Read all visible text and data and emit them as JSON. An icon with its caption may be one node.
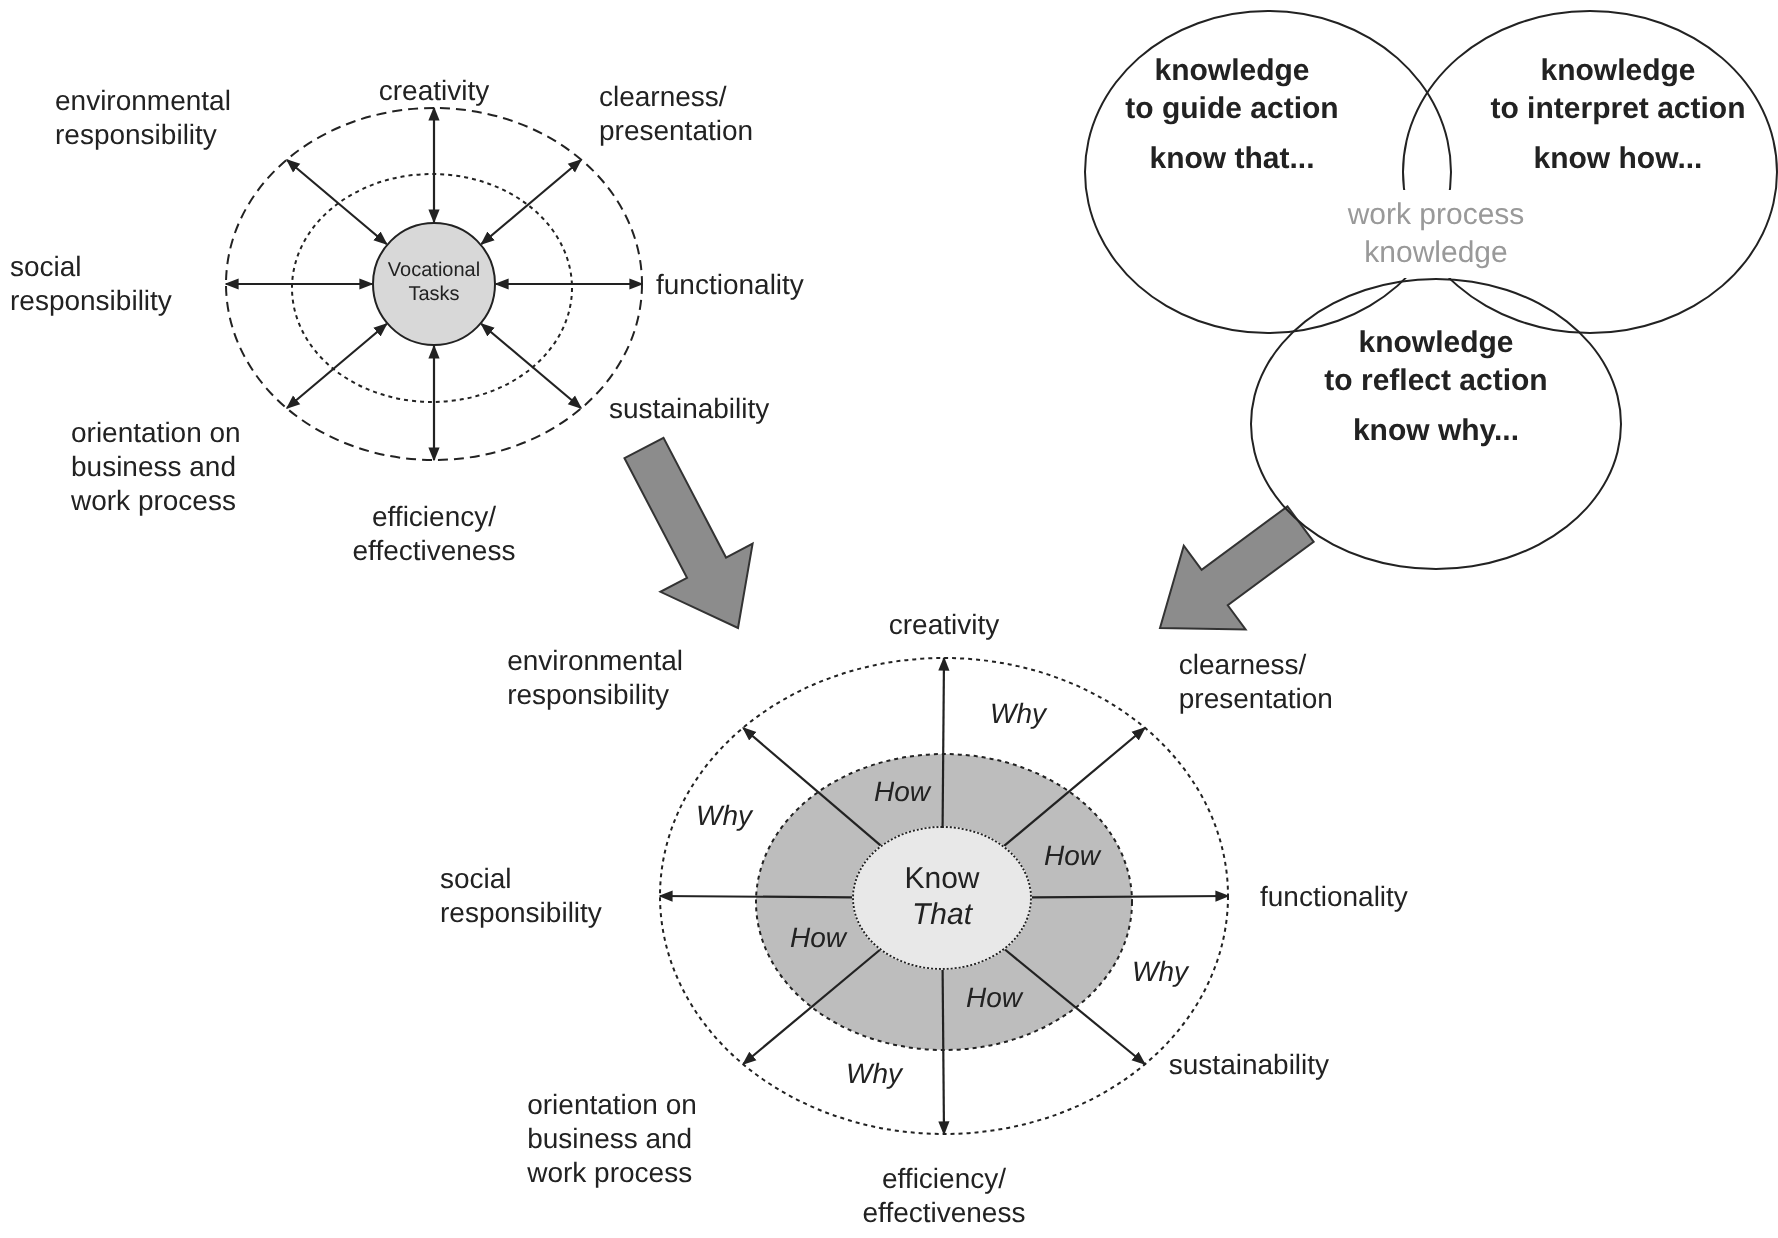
{
  "diagram": {
    "nodes": [
      {
        "text": [
          "creativity"
        ]
      },
      {
        "text": [
          "environmental responsibility"
        ]
      },
      {
        "text": [
          "clearness/ presentation"
        ]
      },
      {
        "text": [
          "social responsibility"
        ]
      },
      {
        "text": [
          "Vocational Tasks"
        ]
      },
      {
        "text": [
          "functionality"
        ]
      },
      {
        "text": [
          "orientation on business and work process"
        ]
      },
      {
        "text": [
          "sustainability"
        ]
      },
      {
        "text": [
          "efficiency/ effectiveness"
        ]
      },
      {
        "text": [
          "knowledge to guide action",
          "know that..."
        ]
      },
      {
        "text": [
          "knowledge to interpret action",
          "know how..."
        ]
      },
      {
        "text": [
          "knowledge to reflect action",
          "know why..."
        ]
      },
      {
        "text": [
          "creativity"
        ]
      },
      {
        "text": [
          "environmental responsibility"
        ]
      },
      {
        "text": [
          "clearness/ presentation"
        ]
      },
      {
        "text": [
          "Know *That*"
        ]
      },
      {
        "text": [
          "social responsibility"
        ]
      },
      {
        "text": [
          "functionality"
        ]
      },
      {
        "text": [
          "orientation on business and work process"
        ]
      },
      {
        "text": [
          "sustainability"
        ]
      },
      {
        "text": [
          "efficiency/ effectiveness"
        ]
      }
    ],
    "edges": [
      {
        "from": 0,
        "to": 4,
        "arrow": "both"
      },
      {
        "from": 1,
        "to": 4,
        "arrow": "both"
      },
      {
        "from": 2,
        "to": 4,
        "arrow": "both"
      },
      {
        "from": 3,
        "to": 4,
        "arrow": "both"
      },
      {
        "from": 5,
        "to": 4,
        "arrow": "both"
      },
      {
        "from": 6,
        "to": 4,
        "arrow": "both"
      },
      {
        "from": 7,
        "to": 4,
        "arrow": "both"
      },
      {
        "from": 8,
        "to": 4,
        "arrow": "both"
      },
      {
        "from": 15,
        "to": 12,
        "arrow": "to"
      },
      {
        "from": 15,
        "to": 13,
        "arrow": "to"
      },
      {
        "from": 15,
        "to": 14,
        "arrow": "to"
      },
      {
        "from": 15,
        "to": 16,
        "arrow": "to"
      },
      {
        "from": 15,
        "to": 17,
        "arrow": "to"
      },
      {
        "from": 15,
        "to": 18,
        "arrow": "to"
      },
      {
        "from": 15,
        "to": 19,
        "arrow": "to"
      },
      {
        "from": 15,
        "to": 20,
        "arrow": "to"
      },
      {
        "from": 7,
        "to": 13,
        "arrow": "to",
        "style": "thick",
        "color": "#8c8c8c"
      },
      {
        "from": 11,
        "to": 14,
        "arrow": "to",
        "style": "thick",
        "color": "#8c8c8c"
      }
    ],
    "labels": [
      "work process knowledge",
      "Why",
      "How",
      "Why",
      "How",
      "How",
      "Why",
      "How",
      "Why"
    ]
  }
}
